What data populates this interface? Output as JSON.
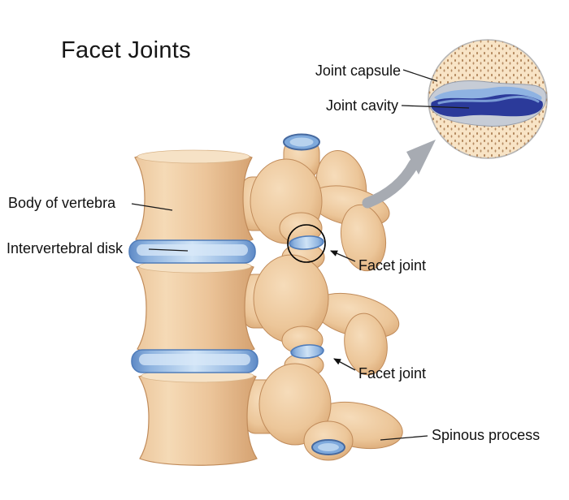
{
  "title": "Facet Joints",
  "labels": {
    "joint_capsule": "Joint capsule",
    "joint_cavity": "Joint cavity",
    "body_of_vertebra": "Body of vertebra",
    "intervertebral_disk": "Intervertebral disk",
    "facet_joint_upper": "Facet joint",
    "facet_joint_lower": "Facet joint",
    "spinous_process": "Spinous process"
  },
  "colors": {
    "background": "#ffffff",
    "text": "#111111",
    "bone_light": "#f5d9b4",
    "bone_dark": "#d39f6f",
    "bone_outline": "#c08b5a",
    "disk_edge_blue": "#5e8ac6",
    "disk_center_blue": "#cfe3f6",
    "joint_cavity_navy": "#2b3a9a",
    "cartilage_blue": "#8fb3e2",
    "capsule_gray": "#c6ccd6",
    "arrow_gray": "#a7abb2",
    "inset_bone": "#f8e4c6",
    "bone_speckle": "#aa7c50"
  }
}
